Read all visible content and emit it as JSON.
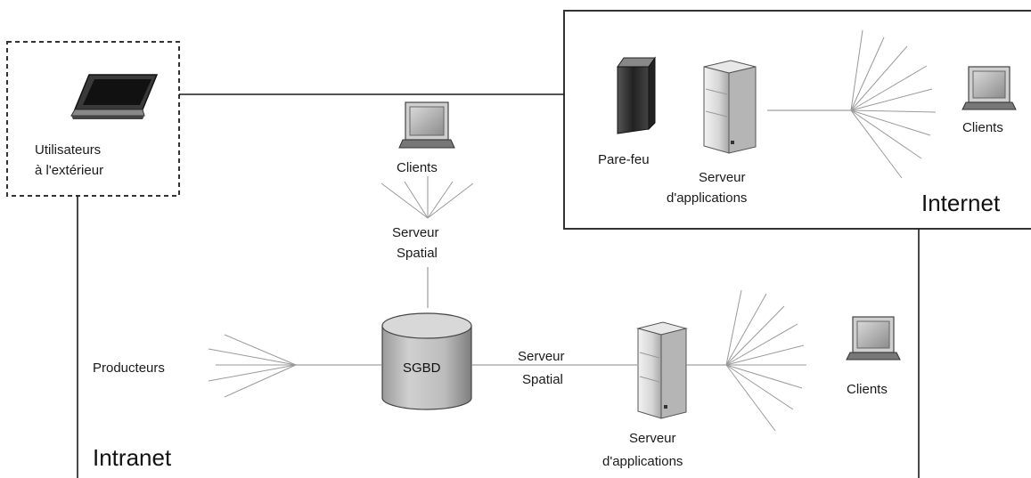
{
  "external_users": {
    "label_line1": "Utilisateurs",
    "label_line2": "à l'extérieur"
  },
  "internet_zone": {
    "title": "Internet",
    "firewall_label": "Pare-feu",
    "app_server_line1": "Serveur",
    "app_server_line2": "d'applications",
    "clients_label": "Clients"
  },
  "center": {
    "clients_label": "Clients",
    "spatial_server_line1": "Serveur",
    "spatial_server_line2": "Spatial",
    "dbms_label": "SGBD"
  },
  "intranet_zone": {
    "title": "Intranet",
    "producers_label": "Producteurs",
    "spatial_server_line1": "Serveur",
    "spatial_server_line2": "Spatial",
    "app_server_line1": "Serveur",
    "app_server_line2": "d'applications",
    "clients_label": "Clients"
  },
  "icons": [
    "laptop-icon",
    "firewall-icon",
    "server-tower-icon",
    "monitor-icon",
    "database-cylinder-icon"
  ]
}
